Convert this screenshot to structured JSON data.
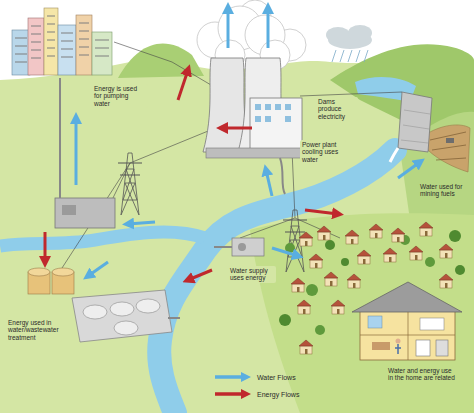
{
  "diagram": {
    "labels": [
      "Energy is used for pumping water",
      "Dams produce electricity",
      "Power plant cooling uses water",
      "Water used for mining fuels",
      "Water supply uses energy",
      "Energy used in water/wastewater treatment",
      "Water and energy use in the home are related"
    ],
    "legend": [
      {
        "text": "Water Flows"
      },
      {
        "text": "Energy Flows"
      }
    ]
  }
}
